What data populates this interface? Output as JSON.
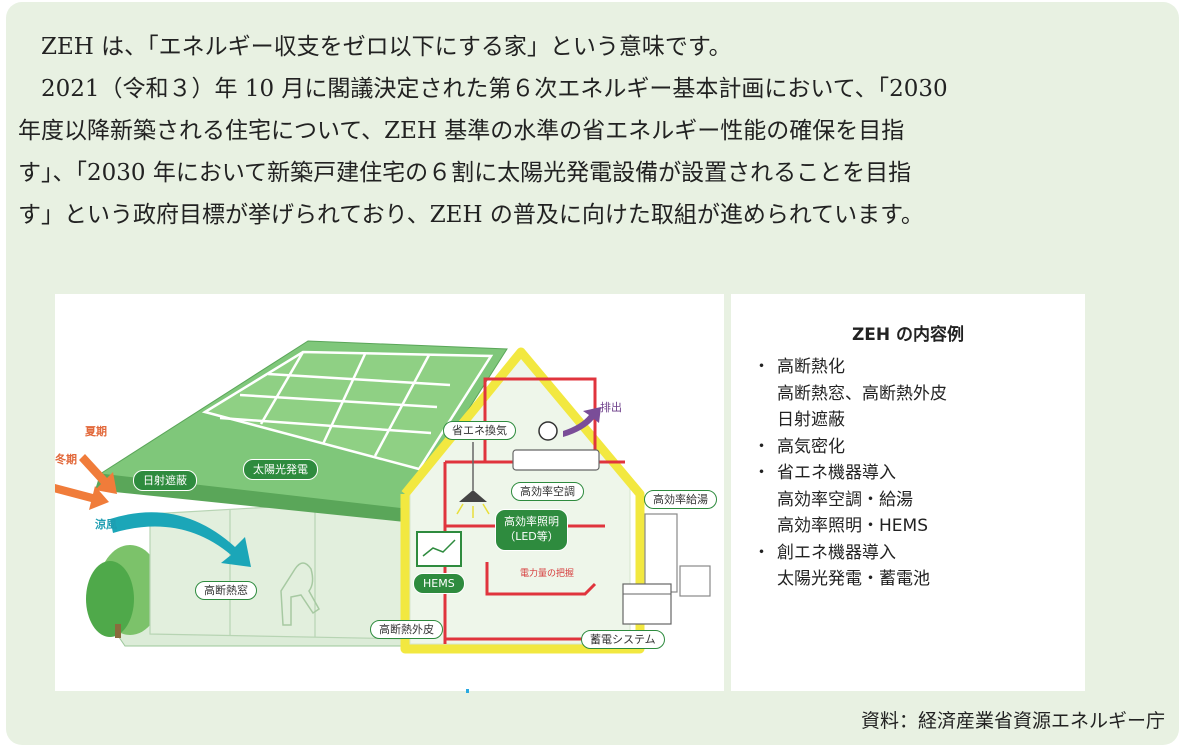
{
  "intro": {
    "line1": "ZEH は、「エネルギー収支をゼロ以下にする家」という意味です。",
    "line2": "2021（令和３）年 10 月に閣議決定された第６次エネルギー基本計画において、「2030",
    "line3": "年度以降新築される住宅について、ZEH 基準の水準の省エネルギー性能の確保を目指",
    "line4": "す」、「2030 年において新築戸建住宅の６割に太陽光発電設備が設置されることを目指",
    "line5": "す」という政府目標が挙げられており、ZEH の普及に向けた取組が進められています。"
  },
  "illustration": {
    "labels": {
      "summer": "夏期",
      "winter": "冬期",
      "cool_breeze": "涼風",
      "shading": "日射遮蔽",
      "solar": "太陽光発電",
      "ventilation": "省エネ換気",
      "exhaust": "排出",
      "ac": "高効率空調",
      "water_heater": "高効率給湯",
      "lighting_line1": "高効率照明",
      "lighting_line2": "（LED等）",
      "power_monitor": "電力量の把握",
      "hems": "HEMS",
      "window": "高断熱窓",
      "envelope": "高断熱外皮",
      "storage": "蓄電システム"
    },
    "colors": {
      "roof": "#6fbf6f",
      "wall": "#cfe6cc",
      "frame": "#f2e840",
      "wiring": "#e0343d",
      "dark_tag": "#2e8b3e",
      "arrow_orange": "#f07c3a",
      "arrow_teal": "#1ba6b8"
    }
  },
  "info": {
    "title": "ZEH の内容例",
    "items": [
      {
        "text": "高断熱化",
        "level": 0
      },
      {
        "text": "高断熱窓、高断熱外皮",
        "level": 1
      },
      {
        "text": "日射遮蔽",
        "level": 1
      },
      {
        "text": "高気密化",
        "level": 0
      },
      {
        "text": "省エネ機器導入",
        "level": 0
      },
      {
        "text": "高効率空調・給湯",
        "level": 1
      },
      {
        "text": "高効率照明・HEMS",
        "level": 1
      },
      {
        "text": "創エネ機器導入",
        "level": 0
      },
      {
        "text": "太陽光発電・蓄電池",
        "level": 1
      }
    ]
  },
  "source": "資料：経済産業省資源エネルギー庁"
}
